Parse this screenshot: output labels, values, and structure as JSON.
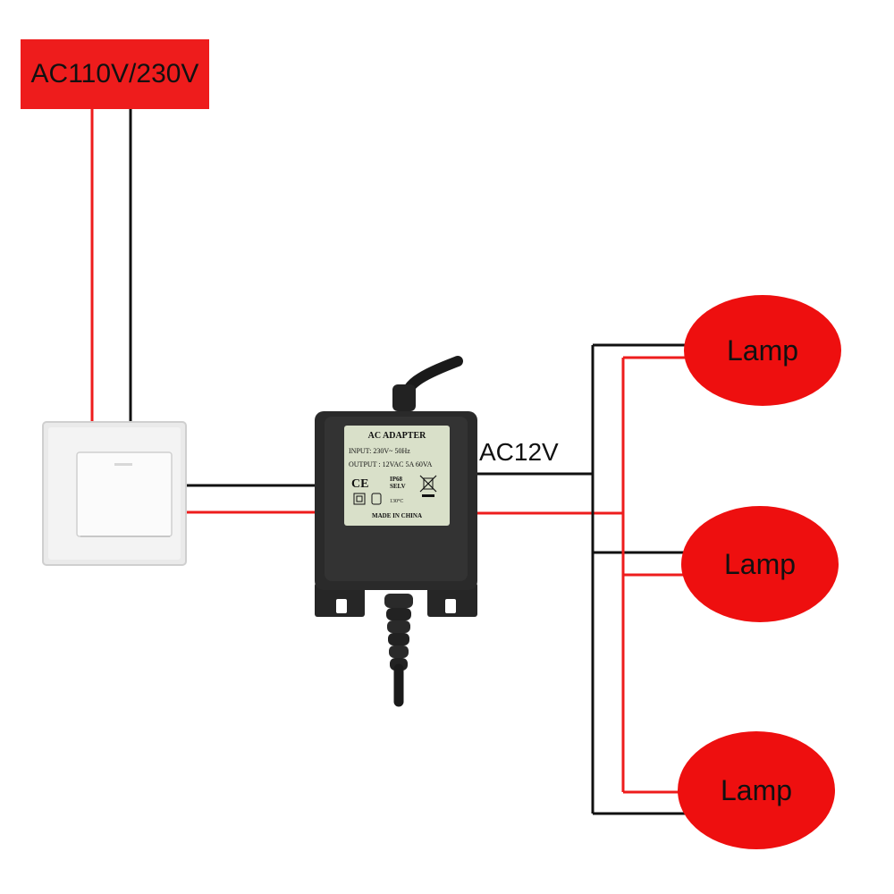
{
  "power_source": {
    "label": "AC110V/230V"
  },
  "output_label": "AC12V",
  "adapter": {
    "title": "AC ADAPTER",
    "input": "INPUT: 230V~  50Hz",
    "output": "OUTPUT : 12VAC  5A  60VA",
    "ip_rating": "IP68",
    "selv": "SELV",
    "temp": "130°C",
    "ce": "CE",
    "origin": "MADE IN CHINA"
  },
  "lamps": [
    {
      "label": "Lamp"
    },
    {
      "label": "Lamp"
    },
    {
      "label": "Lamp"
    }
  ],
  "colors": {
    "live": "#ee1c1c",
    "neutral": "#111111",
    "lamp": "#ee0f0f"
  }
}
